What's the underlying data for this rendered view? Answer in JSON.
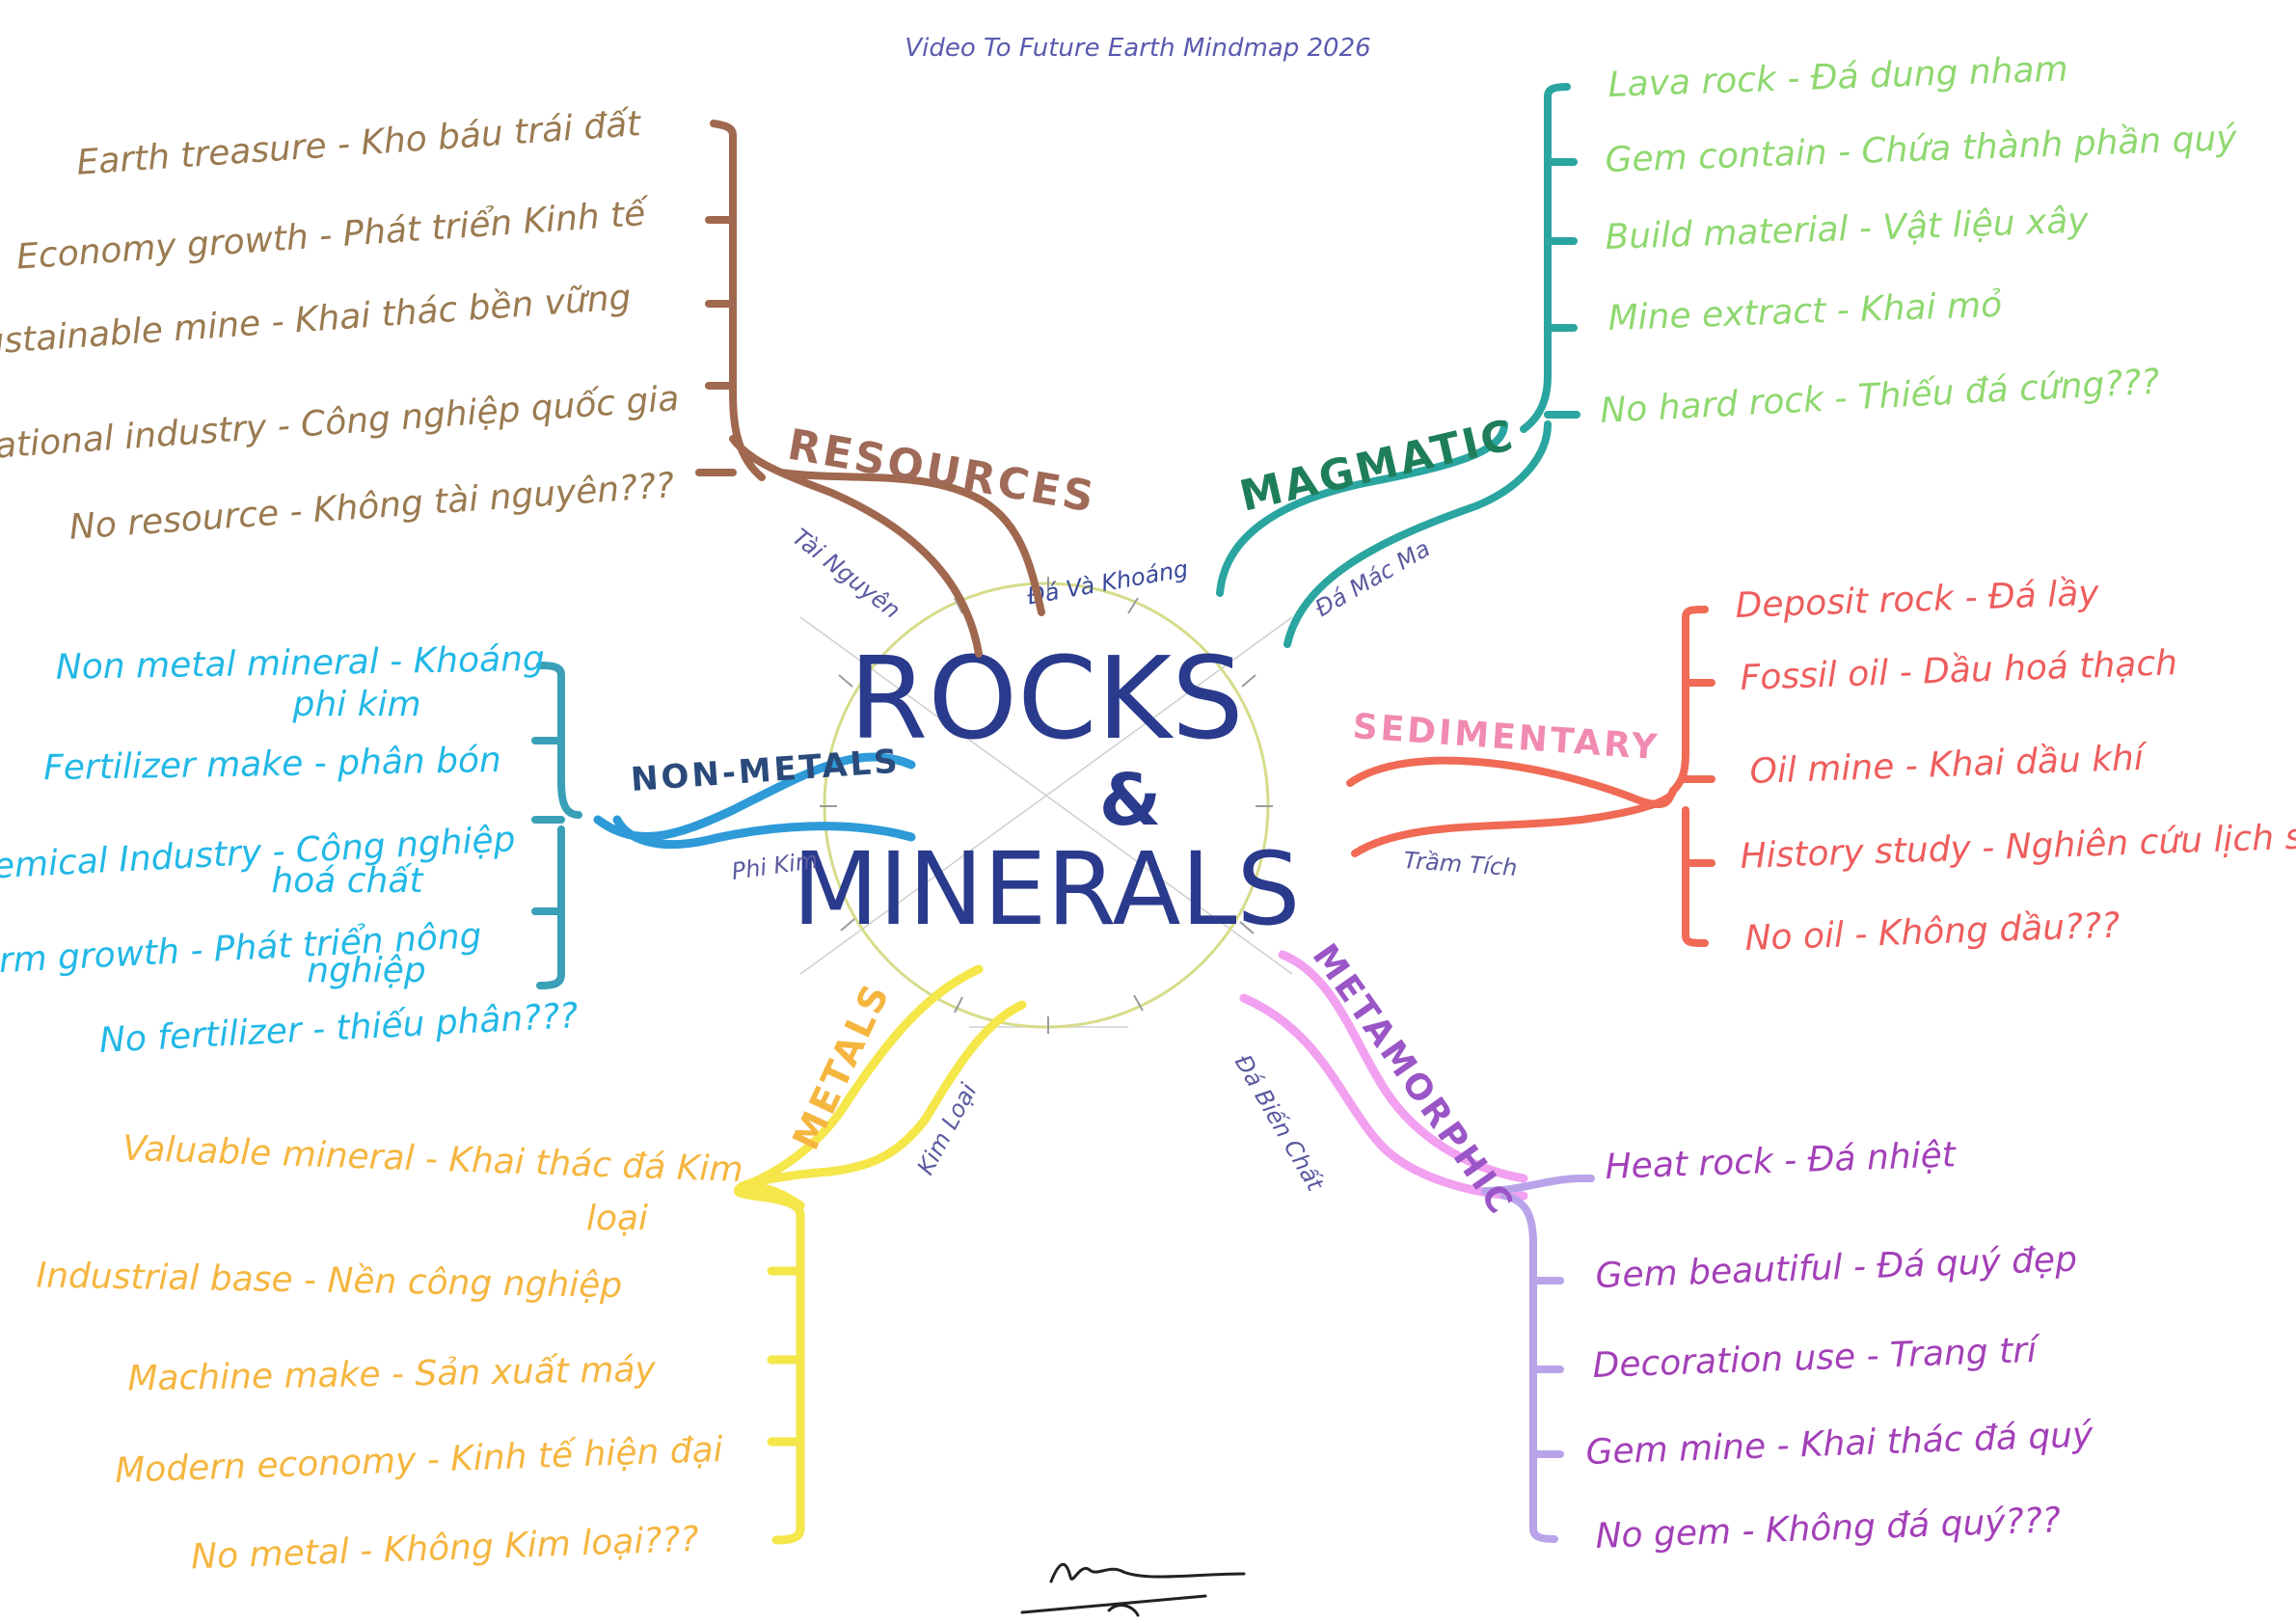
{
  "page_title": "Video To Future Earth Mindmap 2026",
  "center": {
    "line1": "ROCKS",
    "amp": "&",
    "line2": "MINERALS",
    "top_label": "Đá Và Khoáng"
  },
  "colors": {
    "center_text": "#2a3a8c",
    "circle": "#d6dc8a",
    "resources": "#a0684f",
    "resources_text": "#9a7a50",
    "magmatic": "#2aa5a0",
    "magmatic_text": "#8fd870",
    "sedimentary": "#f06a55",
    "sedimentary_text": "#ee5d5d",
    "sedimentary_title": "#f08ab0",
    "nonmetals": "#2e9ad8",
    "nonmetals_text": "#22b8e6",
    "metals": "#f5e64a",
    "metals_text": "#f5b640",
    "metamorphic": "#f2a0f0",
    "metamorphic_title": "#9a55c6",
    "metamorphic_text": "#a340b8",
    "metamorphic_bracket": "#b9a4ea"
  },
  "branches": {
    "resources": {
      "title": "RESOURCES",
      "subtitle": "Tài Nguyên",
      "items": [
        "Earth treasure - Kho báu trái đất",
        "Economy growth - Phát triển Kinh tế",
        "Sustainable mine - Khai thác bền vững",
        "National industry - Công nghiệp quốc gia",
        "No resource - Không tài nguyên???"
      ]
    },
    "magmatic": {
      "title": "MAGMATIC",
      "subtitle": "Đá Mác Ma",
      "items": [
        "Lava rock - Đá dung nham",
        "Gem contain - Chứa thành phần quý",
        "Build material - Vật liệu xây",
        "Mine extract - Khai mỏ",
        "No hard rock - Thiếu đá cứng???"
      ]
    },
    "sedimentary": {
      "title": "SEDIMENTARY",
      "subtitle": "Trầm Tích",
      "items": [
        "Deposit rock - Đá lầy",
        "Fossil oil - Dầu hoá thạch",
        "Oil mine - Khai dầu khí",
        "History study - Nghiên cứu lịch sử",
        "No oil - Không dầu???"
      ]
    },
    "nonmetals": {
      "title": "NON-METALS",
      "subtitle": "Phi Kim",
      "items": [
        {
          "line1": "Non metal mineral - Khoáng",
          "line2": "phi kim"
        },
        {
          "line1": "Fertilizer make - phân bón",
          "line2": ""
        },
        {
          "line1": "Chemical Industry - Công nghiệp",
          "line2": "hoá chất"
        },
        {
          "line1": "Farm growth - Phát triển nông",
          "line2": "nghiệp"
        },
        {
          "line1": "No fertilizer - thiếu phân???",
          "line2": ""
        }
      ]
    },
    "metals": {
      "title": "METALS",
      "subtitle": "Kim Loại",
      "items": [
        {
          "line1": "Valuable mineral - Khai thác đá Kim",
          "line2": "loại"
        },
        {
          "line1": "Industrial base - Nền công nghiệp",
          "line2": ""
        },
        {
          "line1": "Machine make - Sản xuất máy",
          "line2": ""
        },
        {
          "line1": "Modern economy - Kinh tế hiện đại",
          "line2": ""
        },
        {
          "line1": "No metal - Không Kim loại???",
          "line2": ""
        }
      ]
    },
    "metamorphic": {
      "title": "METAMORPHIC",
      "subtitle": "Đá Biến Chất",
      "items": [
        "Heat rock - Đá nhiệt",
        "Gem beautiful - Đá quý đẹp",
        "Decoration use - Trang trí",
        "Gem mine - Khai thác đá quý",
        "No gem - Không đá quý???"
      ]
    }
  }
}
